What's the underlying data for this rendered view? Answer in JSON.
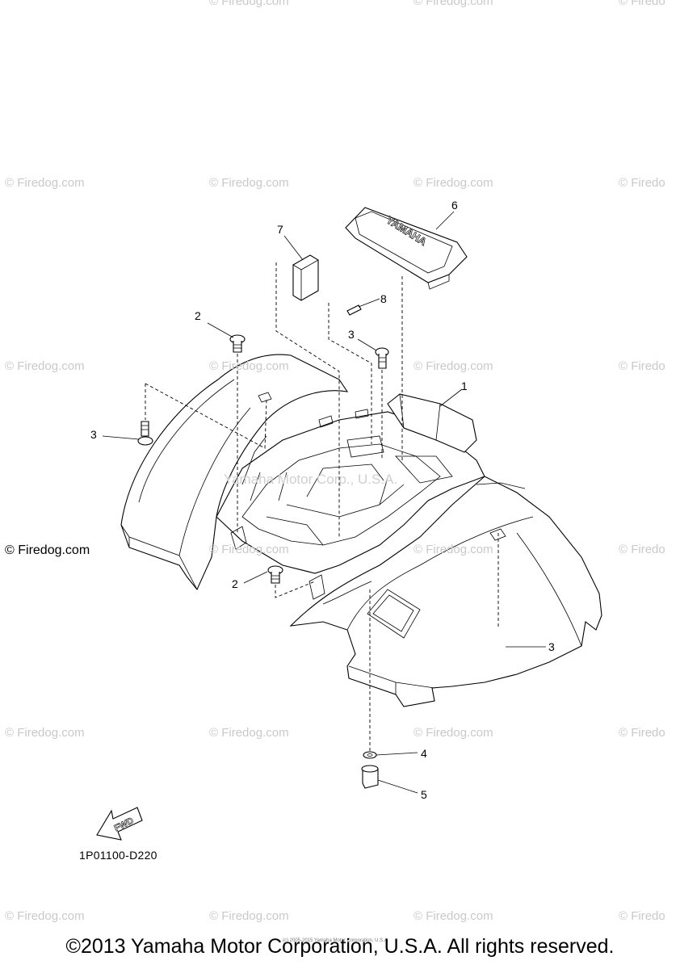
{
  "watermark": "© Firedog.com",
  "watermark_left": "© Firedog.com",
  "watermark_cut": "© Firedo",
  "faint_overlay": "Yamaha Motor Corp., U.S.A.",
  "tiny_print": "(c) 2005-2015 Yamaha Motor Corporation, U.S.A.",
  "callouts": {
    "c1": "1",
    "c2a": "2",
    "c2b": "2",
    "c3a": "3",
    "c3b": "3",
    "c3c": "3",
    "c4": "4",
    "c5": "5",
    "c6": "6",
    "c7": "7",
    "c8": "8"
  },
  "fwd_label": "FWD",
  "plate_text": "YAMAHA",
  "diagram_ref": "1P01100-D220",
  "copyright": "©2013 Yamaha Motor Corporation, U.S.A. All rights reserved."
}
